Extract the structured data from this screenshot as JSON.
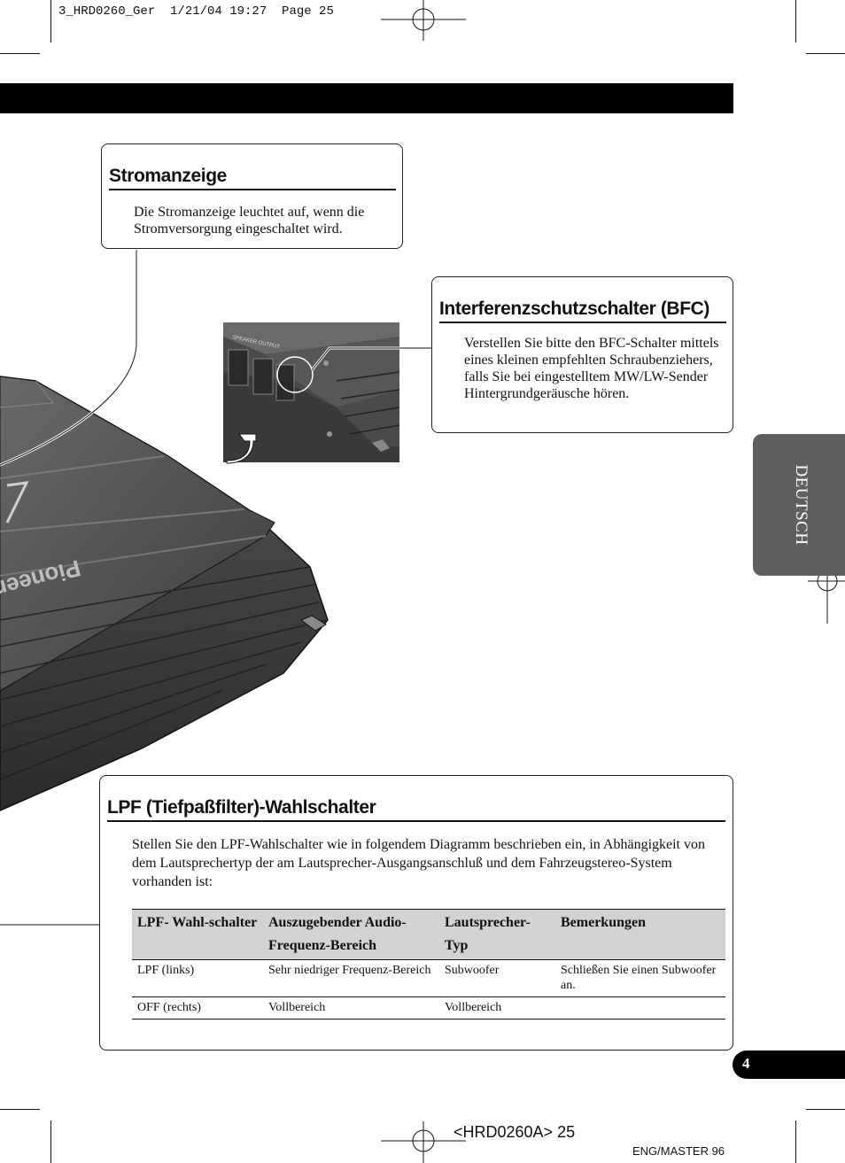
{
  "slug": "3_HRD0260_Ger  1/21/04 19:27  Page 25",
  "sections": {
    "stromanzeige": {
      "title": "Stromanzeige",
      "text": "Die Stromanzeige leuchtet auf, wenn die Stromversorgung eingeschaltet wird."
    },
    "bfc": {
      "title": "Interferenzschutzschalter (BFC)",
      "text": "Verstellen Sie bitte den BFC-Schalter mittels eines kleinen empfehlten Schraubenziehers, falls Sie bei eingestelltem MW/LW-Sender Hintergrundgeräusche hören."
    },
    "lpf": {
      "title": "LPF (Tiefpaßfilter)-Wahlschalter",
      "text": "Stellen Sie den LPF-Wahlschalter wie in folgendem Diagramm beschrieben ein, in Abhängigkeit von dem Lautsprechertyp der am Lautsprecher-Ausgangsanschluß und dem Fahrzeugstereo-System vorhanden ist:",
      "table": {
        "headers": [
          "LPF- Wahl-schalter",
          "Auszugebender Audio-Frequenz-Bereich",
          "Lautsprecher-Typ",
          "Bemerkungen"
        ],
        "rows": [
          [
            "LPF (links)",
            "Sehr niedriger Frequenz-Bereich",
            "Subwoofer",
            "Schließen Sie einen Subwoofer an."
          ],
          [
            "OFF (rechts)",
            "Vollbereich",
            "Vollbereich",
            ""
          ]
        ]
      }
    }
  },
  "illustration": {
    "brand": "Pioneer",
    "amp_label": "SPEAKER OUTPUT"
  },
  "side_tab": {
    "label": "DEUTSCH"
  },
  "page_number": "4",
  "footer": {
    "code": "<HRD0260A> 25",
    "master": "ENG/MASTER 96"
  },
  "colors": {
    "tab_gray": "#5f5f5f",
    "table_header": "#d2d2d2",
    "amp_body": "#4d4d4d"
  }
}
